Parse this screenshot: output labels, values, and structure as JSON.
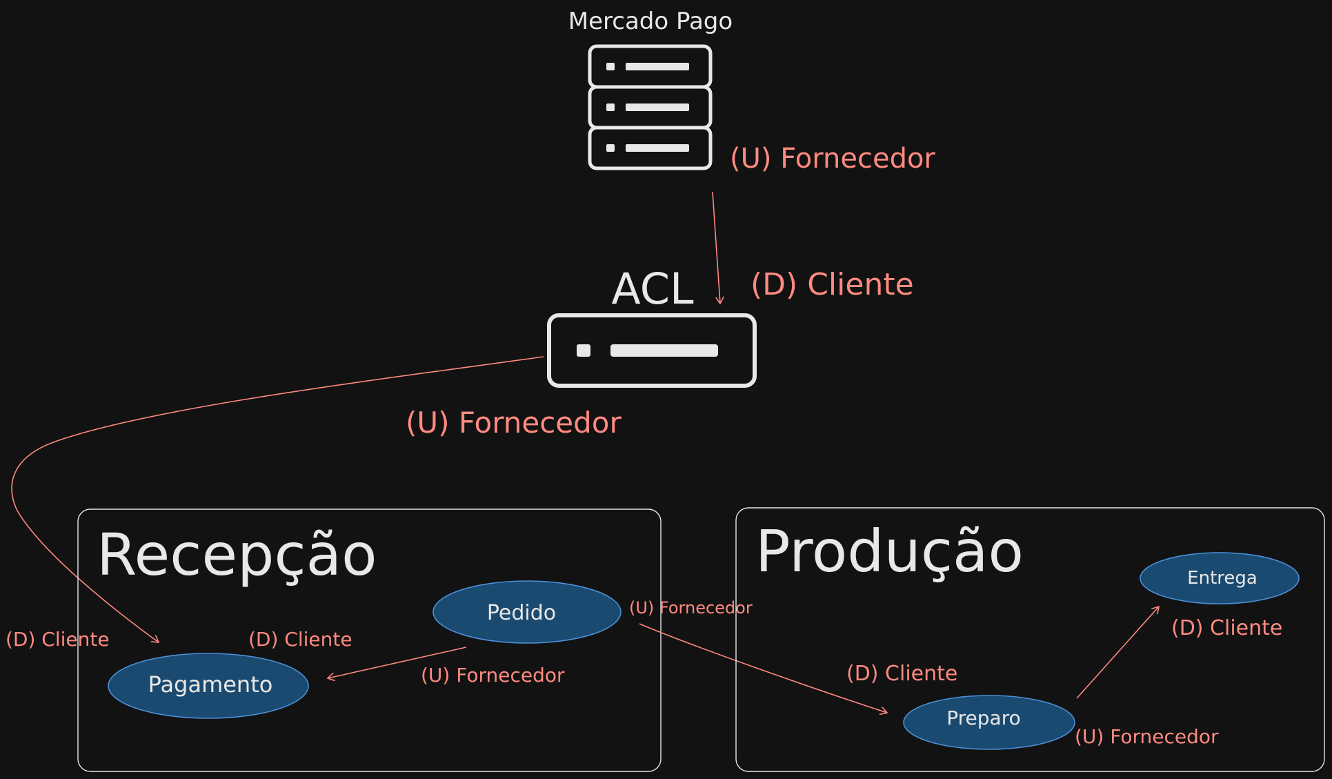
{
  "mercado_pago": {
    "title": "Mercado Pago",
    "role": "(U) Fornecedor",
    "icon": "server-icon"
  },
  "acl": {
    "title": "ACL",
    "role_in": "(D) Cliente",
    "role_out": "(U) Fornecedor",
    "icon": "server-icon"
  },
  "recepcao": {
    "title": "Recepção",
    "pedido": {
      "label": "Pedido"
    },
    "pagamento": {
      "label": "Pagamento"
    },
    "pagamento_acl_role": "(D) Cliente",
    "pagamento_pedido_role": "(D) Cliente",
    "pedido_to_pagamento_role": "(U) Fornecedor",
    "pedido_to_preparo_role": "(U) Fornecedor"
  },
  "producao": {
    "title": "Produção",
    "preparo": {
      "label": "Preparo"
    },
    "entrega": {
      "label": "Entrega"
    },
    "preparo_role": "(D) Cliente",
    "preparo_to_entrega_role": "(U) Fornecedor",
    "entrega_role": "(D) Cliente"
  },
  "colors": {
    "background": "#121212",
    "stroke": "#e8e8e8",
    "relation": "#ff8a80",
    "ellipse_fill": "#1b4a70",
    "ellipse_stroke": "#4a90d9"
  }
}
